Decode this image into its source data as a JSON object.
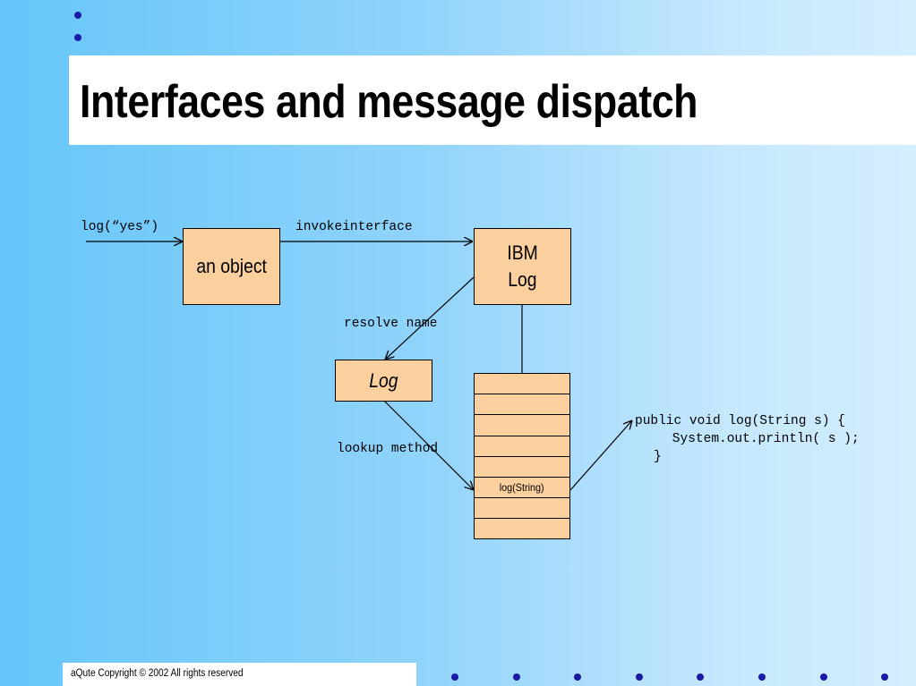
{
  "slide": {
    "title": "Interfaces and message dispatch",
    "footer": "aQute Copyright © 2002 All rights reserved"
  },
  "diagram": {
    "nodes": {
      "an_object": "an object",
      "ibm_log_line1": "IBM",
      "ibm_log_line2": "Log",
      "log_interface": "Log"
    },
    "edges": {
      "call": "log(“yes”)",
      "invoke": "invokeinterface",
      "resolve": "resolve name",
      "lookup": "lookup method"
    },
    "method_table": {
      "rows": [
        "",
        "",
        "",
        "",
        "",
        "log(String)",
        "",
        ""
      ]
    },
    "code": {
      "line1": "public void log(String s) {",
      "line2": "    System.out.println( s );",
      "line3": "}"
    }
  },
  "colors": {
    "box_fill": "#fcd09e",
    "bullet": "#1a1aa6",
    "background_left": "#66c6fa",
    "background_right": "#d4eefe"
  }
}
